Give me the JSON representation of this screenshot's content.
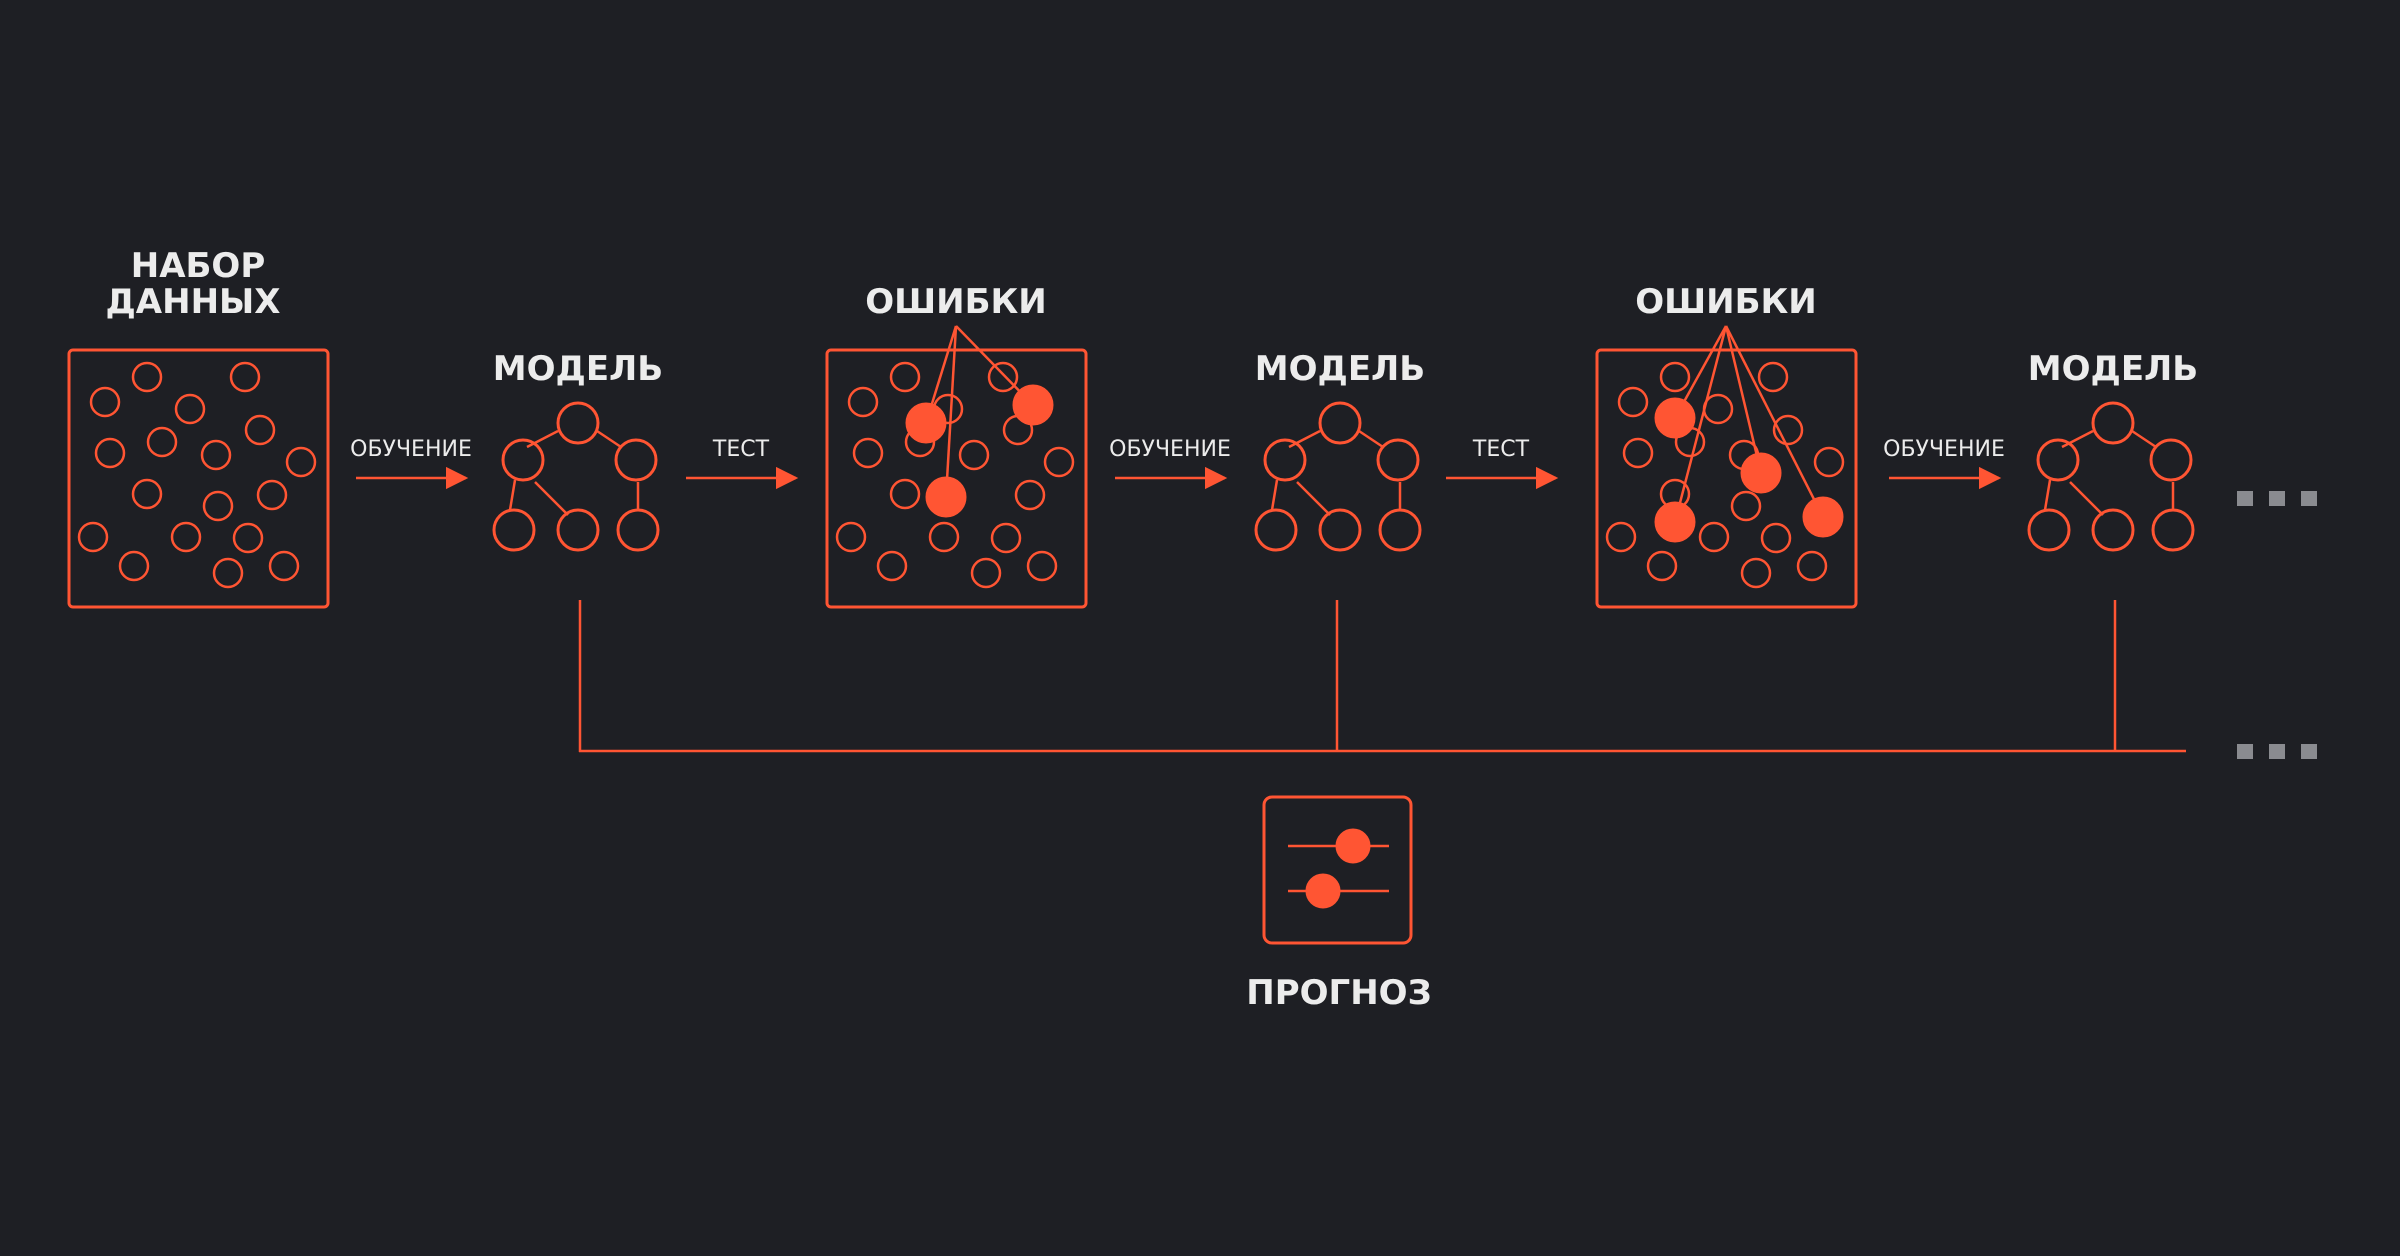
{
  "labels": {
    "dataset": [
      "НАБОР",
      "ДАННЫХ"
    ],
    "model": "МОДЕЛЬ",
    "errors": "ОШИБКИ",
    "training": "ОБУЧЕНИЕ",
    "test": "ТЕСТ",
    "forecast": "ПРОГНОЗ"
  },
  "colors": {
    "background": "#1e1f24",
    "accent": "#ff5533",
    "text": "#ececec",
    "ellipsis": "#8a8b90"
  },
  "icons": {
    "forecast": "sliders-icon",
    "continuation": "ellipsis-icon"
  },
  "stages": [
    {
      "type": "dataset",
      "title_key": "dataset"
    },
    {
      "type": "edge",
      "label_key": "training"
    },
    {
      "type": "model",
      "title_key": "model"
    },
    {
      "type": "edge",
      "label_key": "test"
    },
    {
      "type": "errors",
      "title_key": "errors",
      "error_count": 3
    },
    {
      "type": "edge",
      "label_key": "training"
    },
    {
      "type": "model",
      "title_key": "model"
    },
    {
      "type": "edge",
      "label_key": "test"
    },
    {
      "type": "errors",
      "title_key": "errors",
      "error_count": 4
    },
    {
      "type": "edge",
      "label_key": "training"
    },
    {
      "type": "model",
      "title_key": "model"
    }
  ]
}
